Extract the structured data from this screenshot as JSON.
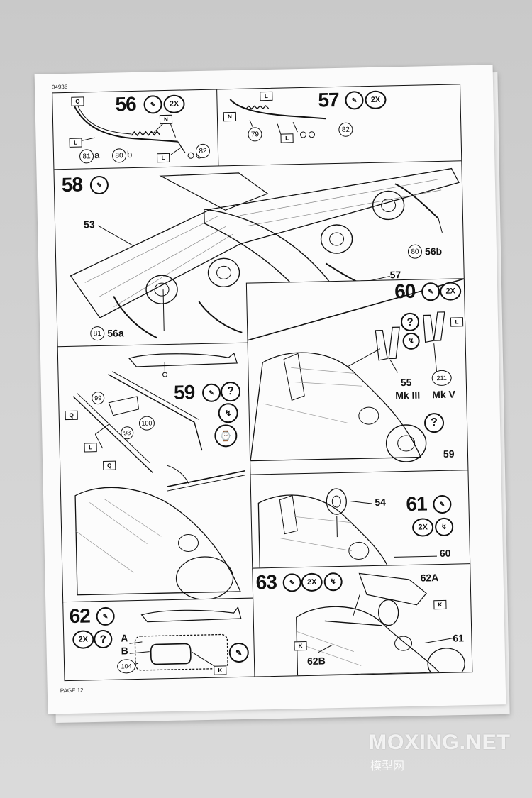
{
  "sheet": {
    "code": "04936",
    "page_label": "PAGE 12"
  },
  "steps": {
    "s56": {
      "number": "56",
      "mult": "2X",
      "parts": [
        "81",
        "80",
        "82"
      ],
      "suffix_a": "a",
      "suffix_b": "b"
    },
    "s57": {
      "number": "57",
      "mult": "2X",
      "parts": [
        "79",
        "82"
      ]
    },
    "s58": {
      "number": "58",
      "labels": [
        "53",
        "57",
        "57",
        "56a",
        "56b"
      ],
      "parts": [
        "81",
        "80"
      ]
    },
    "s59": {
      "number": "59",
      "q": "?",
      "parts": [
        "99",
        "98",
        "100"
      ]
    },
    "s60": {
      "number": "60",
      "mult": "2X",
      "q": "?",
      "labels": [
        "55",
        "Mk III",
        "Mk V",
        "59"
      ],
      "parts": [
        "211"
      ]
    },
    "s61": {
      "number": "61",
      "mult": "2X",
      "labels": [
        "54",
        "60"
      ]
    },
    "s62": {
      "number": "62",
      "mult": "2X",
      "q": "?",
      "labels": [
        "A",
        "B"
      ],
      "parts": [
        "104"
      ]
    },
    "s63": {
      "number": "63",
      "mult": "2X",
      "labels": [
        "62A",
        "62B",
        "61"
      ]
    }
  },
  "watermark": {
    "text": "MOXING.NET",
    "sub": "模型网"
  }
}
